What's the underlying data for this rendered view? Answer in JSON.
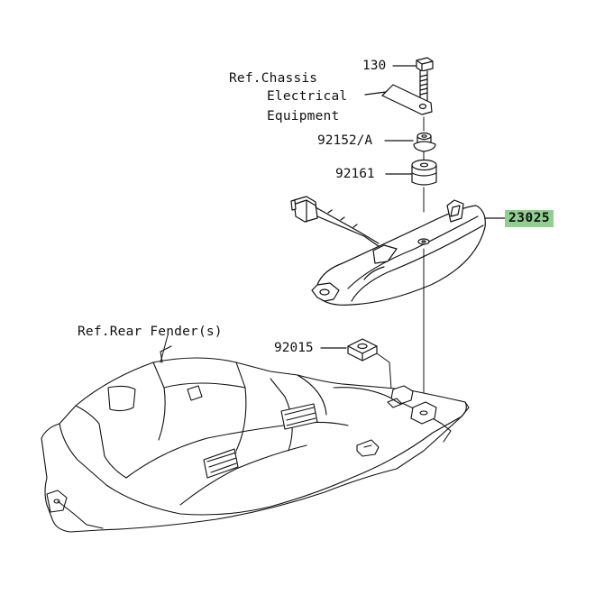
{
  "refs": {
    "chassis_line1": "Ref.Chassis",
    "chassis_line2": "Electrical",
    "chassis_line3": "Equipment",
    "rear_fender": "Ref.Rear Fender(s)"
  },
  "parts": [
    {
      "id": "130"
    },
    {
      "id": "92152/A"
    },
    {
      "id": "92161"
    },
    {
      "id": "23025",
      "highlighted": true
    },
    {
      "id": "92015"
    }
  ],
  "colors": {
    "highlight": "#8fcf8f",
    "line": "#111111",
    "fill": "#ffffff"
  }
}
